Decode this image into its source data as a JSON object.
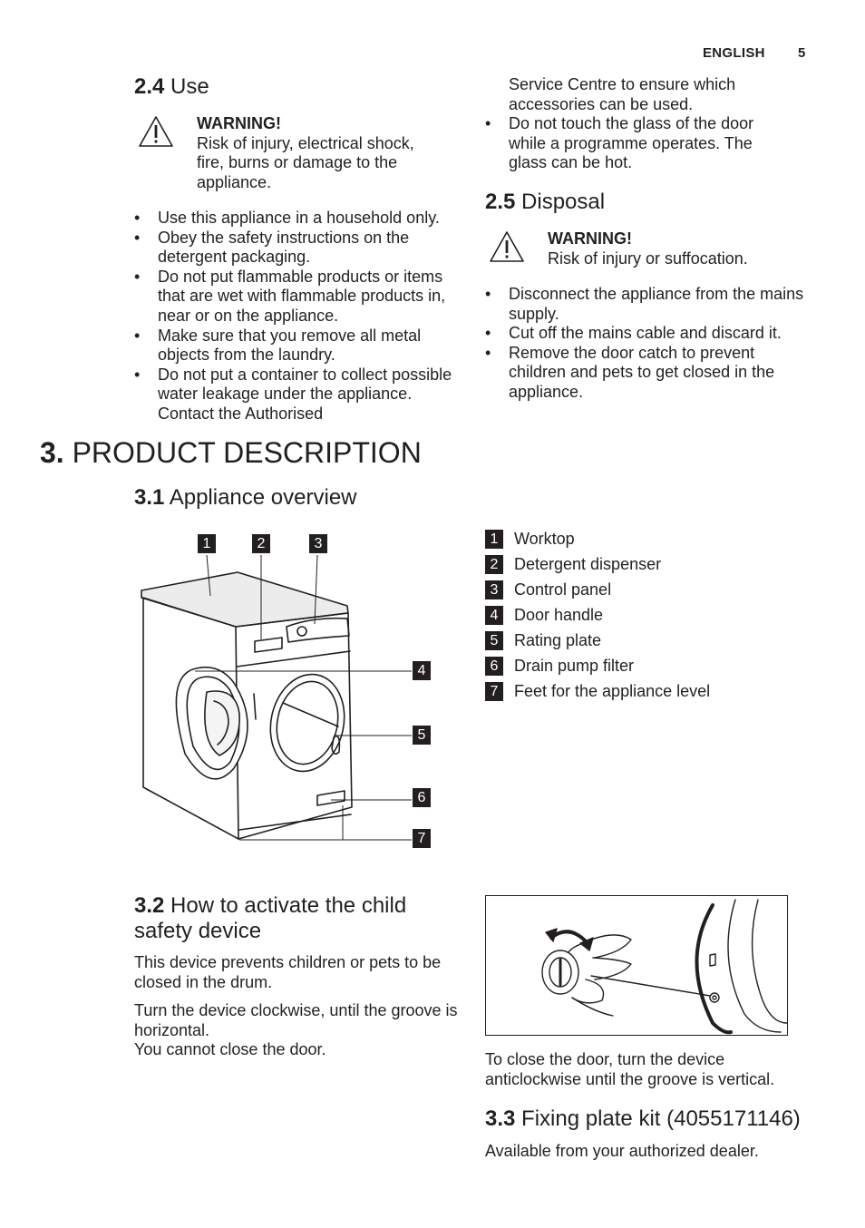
{
  "header": {
    "language": "ENGLISH",
    "page_number": "5"
  },
  "section_2_4": {
    "number": "2.4",
    "title": "Use",
    "warning_title": "WARNING!",
    "warning_text": "Risk of injury, electrical shock, fire, burns or damage to the appliance.",
    "bullets": [
      "Use this appliance in a household only.",
      "Obey the safety instructions on the detergent packaging.",
      "Do not put flammable products or items that are wet with flammable products in, near or on the appliance.",
      "Make sure that you remove all metal objects from the laundry.",
      "Do not put a container to collect possible water leakage under the appliance. Contact the Authorised"
    ],
    "continuation": "Service Centre to ensure which accessories can be used.",
    "bullets_continued": [
      "Do not touch the glass of the door while a programme operates. The glass can be hot."
    ]
  },
  "section_2_5": {
    "number": "2.5",
    "title": "Disposal",
    "warning_title": "WARNING!",
    "warning_text": "Risk of injury or suffocation.",
    "bullets": [
      "Disconnect the appliance from the mains supply.",
      "Cut off the mains cable and discard it.",
      "Remove the door catch to prevent children and pets to get closed in the appliance."
    ]
  },
  "chapter_3": {
    "number": "3.",
    "title": "PRODUCT DESCRIPTION"
  },
  "section_3_1": {
    "number": "3.1",
    "title": "Appliance overview",
    "callouts": [
      "1",
      "2",
      "3",
      "4",
      "5",
      "6",
      "7"
    ],
    "legend": [
      {
        "num": "1",
        "label": "Worktop"
      },
      {
        "num": "2",
        "label": "Detergent dispenser"
      },
      {
        "num": "3",
        "label": "Control panel"
      },
      {
        "num": "4",
        "label": "Door handle"
      },
      {
        "num": "5",
        "label": "Rating plate"
      },
      {
        "num": "6",
        "label": "Drain pump filter"
      },
      {
        "num": "7",
        "label": "Feet for the appliance level"
      }
    ]
  },
  "section_3_2": {
    "number": "3.2",
    "title_line1": "How to activate the child",
    "title_line2": "safety device",
    "para1": "This device prevents children or pets to be closed in the drum.",
    "para2": "Turn the device clockwise, until the groove is horizontal.",
    "para3": "You cannot close the door.",
    "caption": "To close the door, turn the device anticlockwise until the groove is vertical."
  },
  "section_3_3": {
    "number": "3.3",
    "title": "Fixing plate kit (4055171146)",
    "text": "Available from your authorized dealer."
  }
}
